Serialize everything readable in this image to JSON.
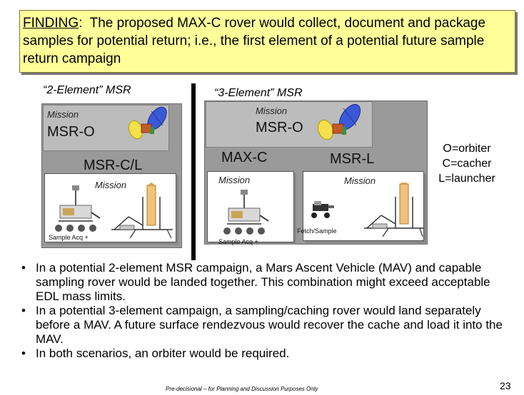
{
  "finding": {
    "label": "FINDING",
    "colon": ":",
    "text": "  The proposed MAX-C rover would collect, document and package samples for potential return; i.e., the first element of a potential future sample return campaign"
  },
  "left": {
    "title": "“2-Element” MSR",
    "orbiter_mission": "Mission",
    "orbiter_name": "MSR-O",
    "lander_name": "MSR-C/L",
    "lander_mission": "Mission",
    "caption": "Sample Acq +"
  },
  "right": {
    "title": "“3-Element” MSR",
    "orbiter_mission": "Mission",
    "orbiter_name": "MSR-O",
    "maxc_name": "MAX-C",
    "maxc_mission": "Mission",
    "msrl_name": "MSR-L",
    "msrl_mission": "Mission",
    "fetch_caption": "Fetch/Sample",
    "caption": "Sample Acq +"
  },
  "legend": {
    "line1": "O=orbiter",
    "line2": "C=cacher",
    "line3": "L=launcher"
  },
  "bullets": [
    "In a potential 2-element MSR campaign, a Mars Ascent Vehicle (MAV) and capable sampling rover would be landed together. This combination might exceed acceptable EDL mass limits.",
    "In a potential 3-element campaign, a sampling/caching rover would land separately before a MAV.  A future surface rendezvous would recover the cache and load it into the MAV.",
    "In both scenarios, an orbiter would be required."
  ],
  "bullet_char": "•",
  "footer": "Pre-decisional – for Planning and Discussion Purposes Only",
  "page_number": "23"
}
